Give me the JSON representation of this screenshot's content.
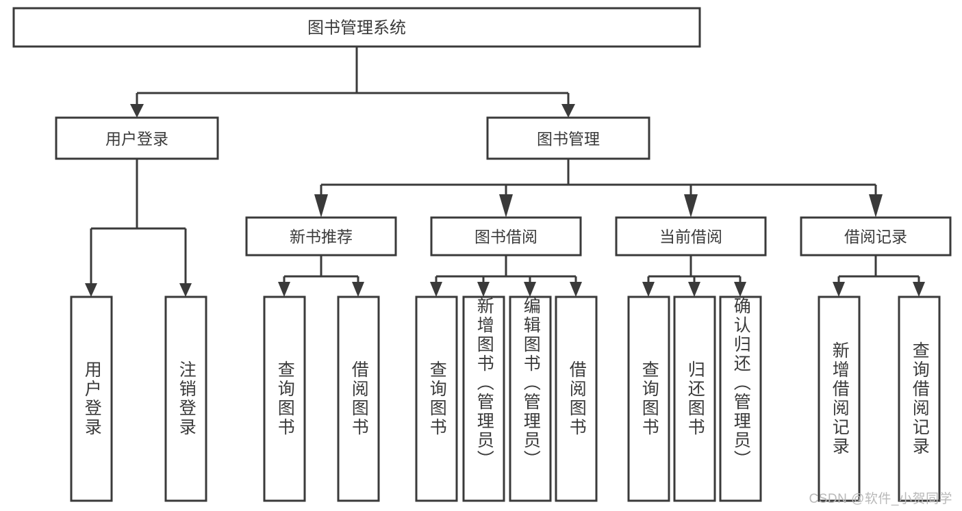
{
  "diagram": {
    "title": "图书管理系统",
    "watermark": "CSDN @软件_小贺同学",
    "colors": {
      "stroke": "#3a3a3a",
      "fill": "#ffffff",
      "background": "#ffffff",
      "watermark": "#b9b9b9"
    },
    "root": {
      "label": "图书管理系统"
    },
    "level1": [
      {
        "label": "用户登录"
      },
      {
        "label": "图书管理"
      }
    ],
    "level2": [
      {
        "label": "新书推荐"
      },
      {
        "label": "图书借阅"
      },
      {
        "label": "当前借阅"
      },
      {
        "label": "借阅记录"
      }
    ],
    "leaves": {
      "user_login": [
        {
          "label": "用户登录"
        },
        {
          "label": "注销登录"
        }
      ],
      "new_book_recommend": [
        {
          "label": "查询图书"
        },
        {
          "label": "借阅图书"
        }
      ],
      "book_borrow": [
        {
          "label": "查询图书"
        },
        {
          "label": "新增图书（管理员）"
        },
        {
          "label": "编辑图书（管理员）"
        },
        {
          "label": "借阅图书"
        }
      ],
      "current_borrow": [
        {
          "label": "查询图书"
        },
        {
          "label": "归还图书"
        },
        {
          "label": "确认归还（管理员）"
        }
      ],
      "borrow_record": [
        {
          "label": "新增借阅记录"
        },
        {
          "label": "查询借阅记录"
        }
      ]
    }
  }
}
